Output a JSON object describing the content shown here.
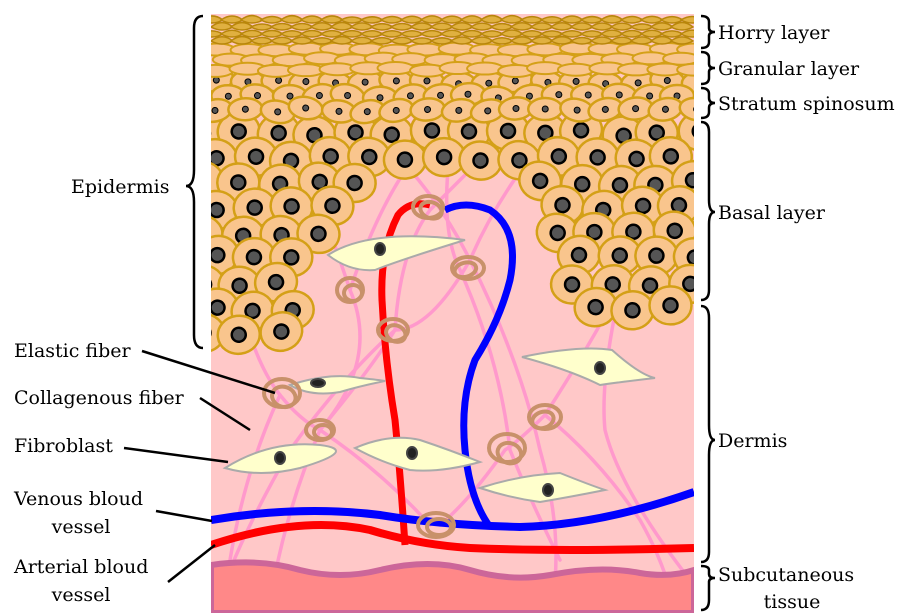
{
  "right_labels": {
    "horny": "Horry layer",
    "granular": "Granular layer",
    "spinosum": "Stratum spinosum",
    "basal": "Basal layer",
    "dermis": "Dermis",
    "subcutaneous_line1": "Subcutaneous",
    "subcutaneous_line2": "tissue"
  },
  "left_labels": {
    "epidermis": "Epidermis",
    "elastic_fiber": "Elastic fiber",
    "collagenous_fiber": "Collagenous fiber",
    "fibroblast": "Fibroblast",
    "venous_line1": "Venous bloud",
    "venous_line2": "vessel",
    "arterial_line1": "Arterial bloud",
    "arterial_line2": "vessel"
  },
  "colors": {
    "dermis": "#ffc8c8",
    "cell_fill": "#f9c58d",
    "cell_stroke": "#d4a017",
    "horny_fill": "#e0b040",
    "collagen": "#ff99cc",
    "elastic": "#c8916a",
    "fibroblast": "#ffffcc",
    "vein": "#0000ff",
    "artery": "#ff0000",
    "subcutaneous": "#ff8888",
    "subcut_edge": "#cc6699"
  }
}
